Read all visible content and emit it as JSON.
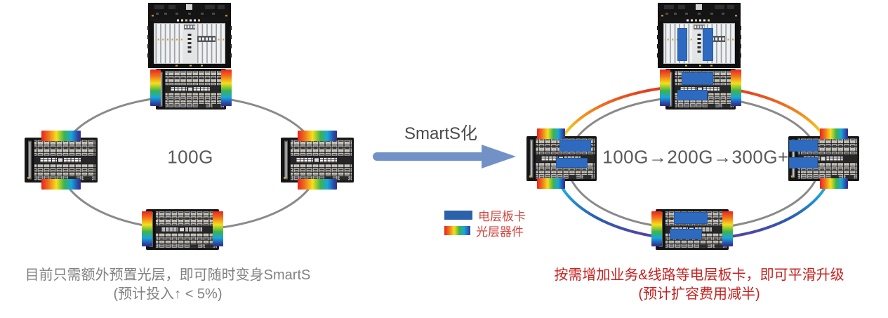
{
  "left_diagram": {
    "ring_label": "100G",
    "caption_line1": "目前只需额外预置光层，即可随时变身SmartS",
    "caption_line2": "(预计投入↑ < 5%)"
  },
  "transition": {
    "title": "SmartS化"
  },
  "legend": {
    "electrical_label": "电层板卡",
    "optical_label": "光层器件"
  },
  "right_diagram": {
    "ring_label": "100G→200G→300G+",
    "caption_line1": "按需增加业务&线路等电层板卡，即可平滑升级",
    "caption_line2": "(预计扩容费用减半)"
  },
  "colors": {
    "arrow_blue": "#7191c7",
    "electrical_board_blue": "#2e6bc0",
    "legend_text_red": "#d0453f",
    "caption_red": "#c5211e",
    "caption_gray": "#818181",
    "ring_gray": "#8a8a8a"
  }
}
